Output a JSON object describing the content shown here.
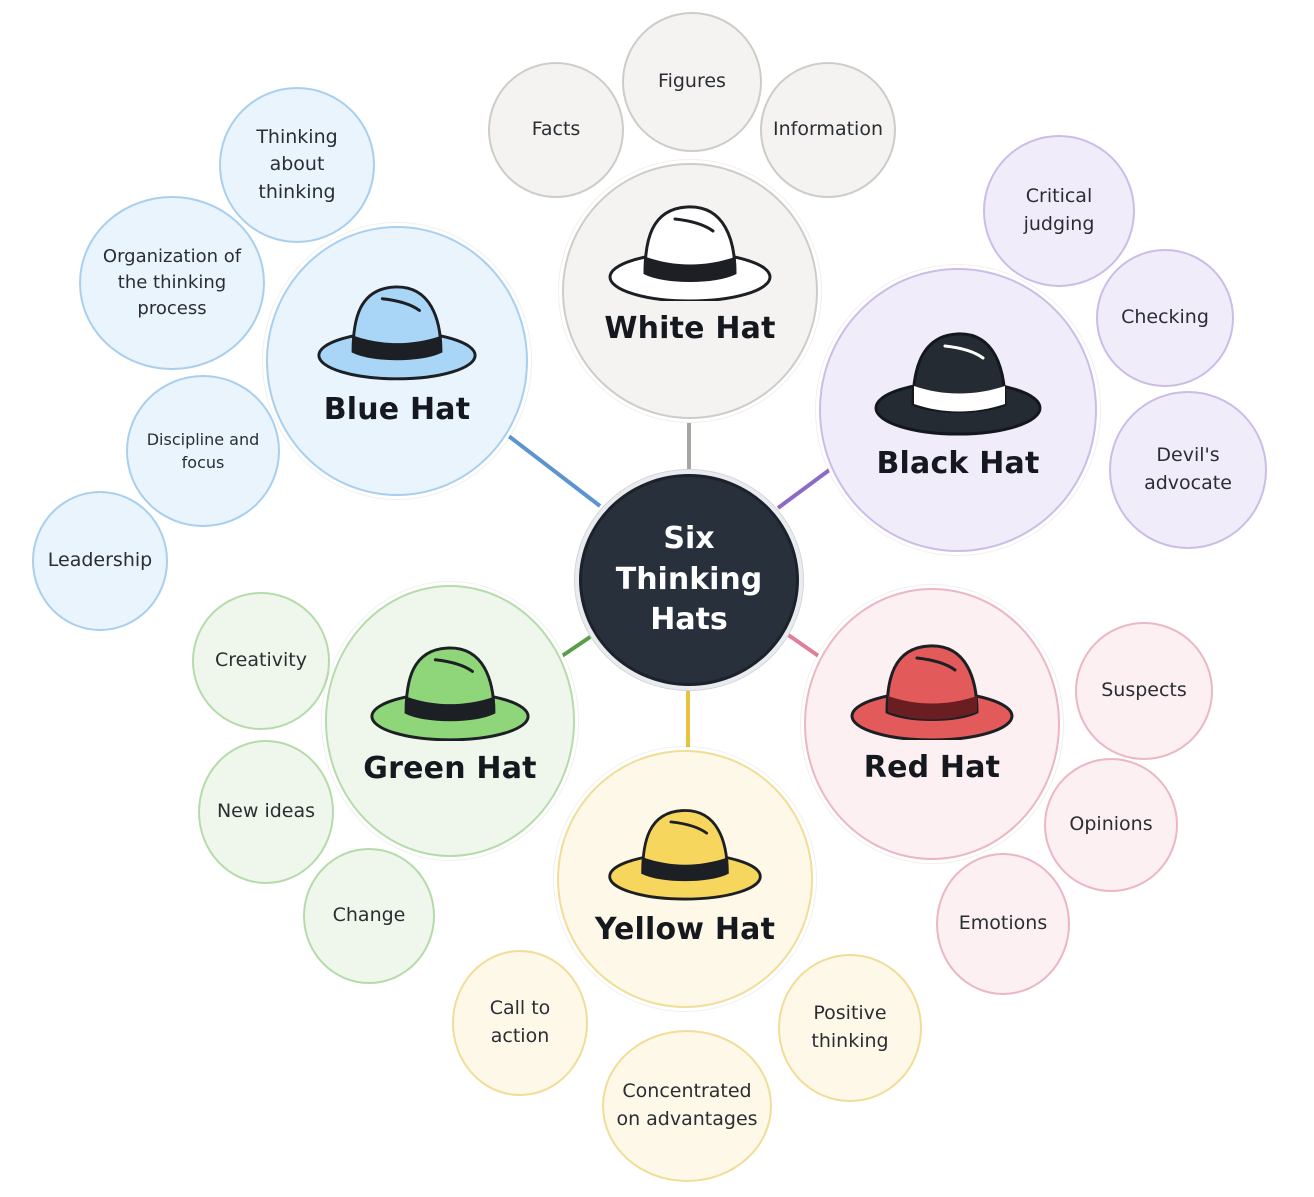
{
  "title": "Six Thinking Hats",
  "colors": {
    "white": {
      "fill": "#f4f3f1",
      "stroke": "#cfccc8",
      "line": "#a8a6a2"
    },
    "black": {
      "fill": "#f1ecf9",
      "stroke": "#cbbde6",
      "line": "#8d6bc4"
    },
    "red": {
      "fill": "#fcf0f2",
      "stroke": "#eab7c3",
      "line": "#df7f98"
    },
    "yellow": {
      "fill": "#fdf8e8",
      "stroke": "#f0dd98",
      "line": "#e8c23a"
    },
    "green": {
      "fill": "#eff7ec",
      "stroke": "#b6dbab",
      "line": "#5a9e4c"
    },
    "blue": {
      "fill": "#eaf4fd",
      "stroke": "#a9cfee",
      "line": "#5b94cf"
    }
  },
  "hats": {
    "white": {
      "label": "White Hat",
      "icon": "white-hat-icon",
      "items": [
        "Facts",
        "Figures",
        "Information"
      ]
    },
    "black": {
      "label": "Black Hat",
      "icon": "black-hat-icon",
      "items": [
        "Critical judging",
        "Checking",
        "Devil's advocate"
      ]
    },
    "red": {
      "label": "Red Hat",
      "icon": "red-hat-icon",
      "items": [
        "Suspects",
        "Opinions",
        "Emotions"
      ]
    },
    "yellow": {
      "label": "Yellow Hat",
      "icon": "yellow-hat-icon",
      "items": [
        "Positive thinking",
        "Concentrated on advantages",
        "Call to action"
      ]
    },
    "green": {
      "label": "Green Hat",
      "icon": "green-hat-icon",
      "items": [
        "Creativity",
        "New ideas",
        "Change"
      ]
    },
    "blue": {
      "label": "Blue Hat",
      "icon": "blue-hat-icon",
      "items": [
        "Thinking about thinking",
        "Organization of the thinking process",
        "Discipline and focus",
        "Leadership"
      ]
    }
  }
}
